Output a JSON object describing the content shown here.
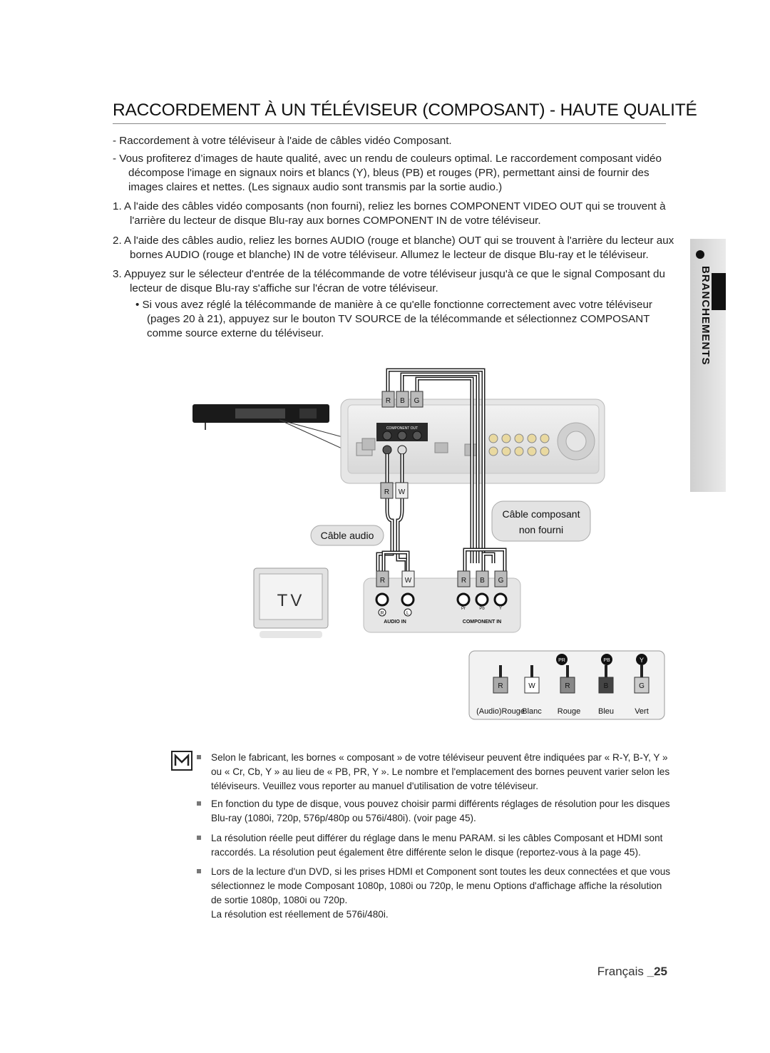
{
  "title": "RACCORDEMENT À UN TÉLÉVISEUR (COMPOSANT) - HAUTE QUALITÉ",
  "intro": [
    "- Raccordement à votre téléviseur à l'aide de câbles vidéo Composant.",
    "- Vous profiterez d’images de haute qualité, avec un rendu de couleurs optimal. Le raccordement composant vidéo décompose l'image en signaux noirs et blancs (Y), bleus (PB) et rouges (PR), permettant ainsi de fournir des images claires et nettes. (Les signaux audio sont transmis par la sortie audio.)"
  ],
  "steps": [
    "1. A l'aide des câbles vidéo composants (non fourni), reliez les bornes COMPONENT VIDEO OUT qui se trouvent à l'arrière du lecteur de disque Blu-ray aux bornes COMPONENT IN de votre téléviseur.",
    "2. A l'aide des câbles audio, reliez les bornes AUDIO (rouge et blanche) OUT qui se trouvent à l'arrière du lecteur aux bornes AUDIO (rouge et blanche) IN de votre téléviseur. Allumez le lecteur de disque Blu-ray et le téléviseur.",
    "3. Appuyez sur le sélecteur d'entrée de la télécommande de votre téléviseur jusqu'à ce que le signal Composant du lecteur de disque Blu-ray s'affiche sur l'écran de votre téléviseur."
  ],
  "bullet": "• Si vous avez réglé la télécommande de manière à ce qu'elle fonctionne correctement avec votre téléviseur (pages 20 à 21), appuyez sur le bouton TV SOURCE de la télécommande et sélectionnez COMPOSANT comme source externe du téléviseur.",
  "diagram": {
    "component_out_label": "COMPONENT OUT",
    "cable_audio_label": "Câble audio",
    "cable_component_label": "Câble composant",
    "cable_component_sub": "non fourni",
    "tv_label": "TV",
    "audio_in_label": "AUDIO IN",
    "component_in_label": "COMPONENT IN",
    "plug_letters": [
      "R",
      "B",
      "G",
      "R",
      "W"
    ],
    "jack_labels": [
      "R",
      "L"
    ],
    "component_jack_labels": [
      "Pr",
      "Pb",
      "Y"
    ],
    "legend_top": [
      "PR",
      "PB",
      "Y"
    ],
    "legend_plugs": [
      "R",
      "W",
      "R",
      "B",
      "G"
    ],
    "legend_captions": [
      "(Audio)Rouge",
      "Blanc",
      "Rouge",
      "Bleu",
      "Vert"
    ]
  },
  "notes": [
    "Selon le fabricant, les bornes « composant » de votre téléviseur peuvent être indiquées par « R-Y, B-Y, Y » ou « Cr, Cb, Y » au lieu de « PB, PR, Y ». Le nombre et l'emplacement des bornes peuvent varier selon les téléviseurs. Veuillez vous reporter au manuel d'utilisation de votre téléviseur.",
    "En fonction du type de disque, vous pouvez choisir parmi différents réglages de résolution pour les disques Blu-ray (1080i, 720p, 576p/480p ou 576i/480i). (voir page 45).",
    "La résolution réelle peut différer du réglage dans le menu PARAM. si les câbles Composant et HDMI sont raccordés. La résolution peut également être différente selon le disque (reportez-vous à la page 45).",
    "Lors de la lecture d'un DVD, si les prises HDMI et Component sont toutes les deux connectées et que vous sélectionnez le mode Composant 1080p, 1080i ou 720p, le menu Options d'affichage affiche la résolution de sortie 1080p, 1080i ou 720p.",
    "La résolution est réellement de 576i/480i."
  ],
  "side_tab": "BRANCHEMENTS",
  "footer": {
    "lang": "Français ",
    "page": "_25"
  }
}
